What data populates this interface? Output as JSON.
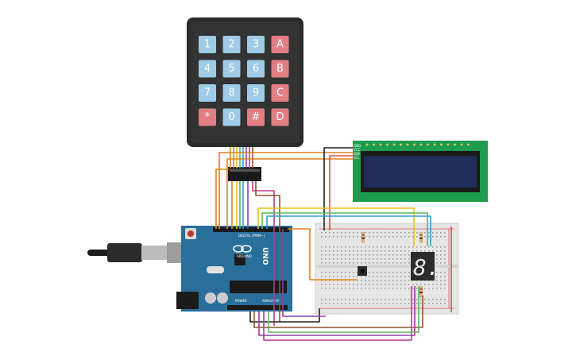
{
  "keypad": {
    "keys": [
      "1",
      "2",
      "3",
      "A",
      "4",
      "5",
      "6",
      "B",
      "7",
      "8",
      "9",
      "C",
      "*",
      "0",
      "#",
      "D"
    ],
    "colors": {
      "number": "#9fcbe6",
      "letter": "#e27f84",
      "body": "#2b2b2b"
    }
  },
  "arduino": {
    "brand": "UNO",
    "logo_text": "ARDUINO",
    "power_label": "POWER",
    "analog_label": "ANALOG IN",
    "digital_label": "DIGITAL (PWM~)",
    "color": "#2a6e9c"
  },
  "lcd": {
    "pin_labels": [
      "GND",
      "VCC",
      "SDA",
      "SCL"
    ],
    "color": "#1e9c4e",
    "screen_color": "#1f2e5a"
  },
  "seven_segment": {
    "digit": "8."
  },
  "wire_colors": {
    "orange": "#e0821c",
    "yellow": "#e2c227",
    "green": "#5cb85c",
    "blue": "#2f9fd6",
    "purple": "#8d3fa8",
    "pink": "#c2378c",
    "brown": "#8a5a2b",
    "black": "#222222",
    "red": "#d9534f"
  }
}
